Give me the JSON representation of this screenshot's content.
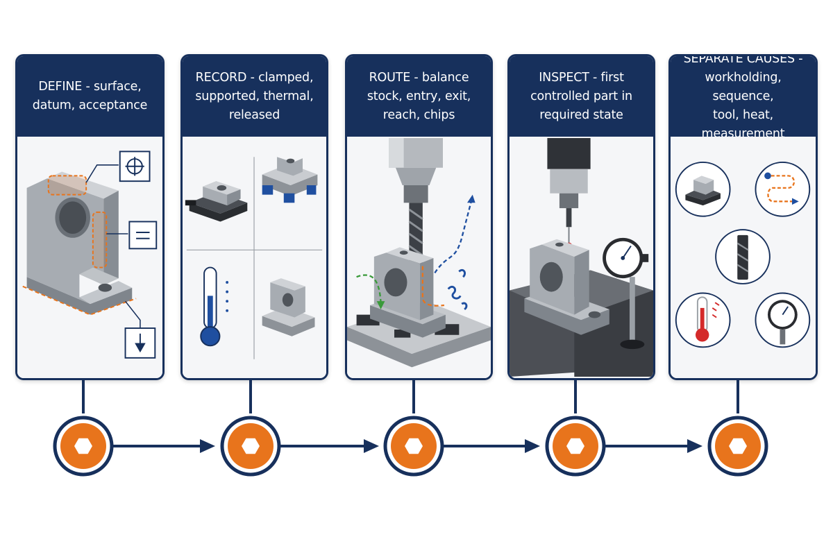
{
  "steps": [
    {
      "key": "define",
      "title": "DEFINE - surface,\ndatum, acceptance"
    },
    {
      "key": "record",
      "title": "RECORD - clamped,\nsupported, thermal,\nreleased"
    },
    {
      "key": "route",
      "title": "ROUTE - balance\nstock, entry, exit,\nreach, chips"
    },
    {
      "key": "inspect",
      "title": "INSPECT - first\ncontrolled part in\nrequired state"
    },
    {
      "key": "separate",
      "title": "SEPARATE CAUSES -\nworkholding, sequence,\ntool, heat, measurement"
    }
  ],
  "icons": {
    "define": [
      "position-symbol-icon",
      "parallelism-symbol-icon",
      "datum-arrow-icon"
    ],
    "record": [
      "vise-clamped-icon",
      "supported-blocks-icon",
      "thermometer-icon",
      "released-part-icon"
    ],
    "route": [
      "spindle-icon",
      "end-mill-icon",
      "entry-arrow-icon",
      "exit-arrow-icon",
      "chips-icon"
    ],
    "inspect": [
      "probe-icon",
      "dial-indicator-icon",
      "granite-plate-icon"
    ],
    "separate": [
      "workholding-icon",
      "sequence-icon",
      "tool-icon",
      "heat-icon",
      "measurement-icon"
    ],
    "timeline": "hex-nut-icon"
  },
  "colors": {
    "navy": "#17305c",
    "orange": "#e8741c",
    "blue": "#1f4fa0",
    "green": "#3a9a3a",
    "red": "#d42a2a",
    "steel": "#a3a8ae"
  }
}
